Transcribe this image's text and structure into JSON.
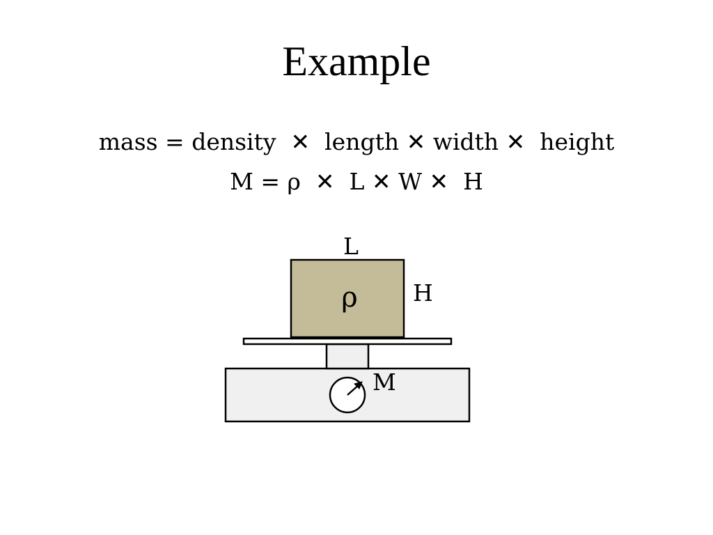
{
  "slide": {
    "title": "Example",
    "formula_words": "mass = density  ✕  length ✕ width ✕  height",
    "formula_symbols": "M = ρ  ✕  L ✕ W ✕  H"
  },
  "diagram": {
    "labels": {
      "length": "L",
      "height": "H",
      "density": "ρ",
      "mass": "M"
    },
    "colors": {
      "block_fill": "#c4bc99",
      "scale_fill": "#f0f0f0",
      "stroke": "#000000"
    },
    "icons": {
      "scale_dial": "gauge-dial-icon"
    }
  }
}
